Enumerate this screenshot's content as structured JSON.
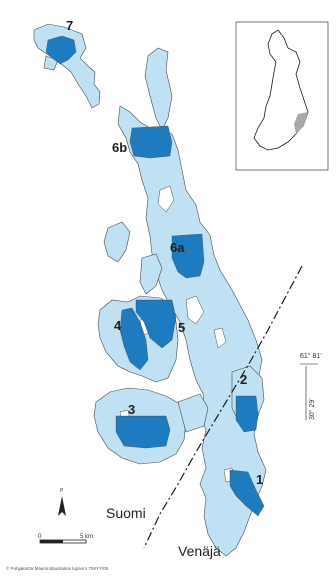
{
  "colors": {
    "water": "#bfe1f3",
    "shore": "#4a4a4a",
    "protected_area": "#1f7bbf",
    "border": "#1a1a1a",
    "inset_land": "#ffffff",
    "inset_highlight": "#a8a8a8"
  },
  "zones": [
    {
      "id": "7",
      "label": "7"
    },
    {
      "id": "6b",
      "label": "6b"
    },
    {
      "id": "6a",
      "label": "6a"
    },
    {
      "id": "5",
      "label": "5"
    },
    {
      "id": "4",
      "label": "4"
    },
    {
      "id": "3",
      "label": "3"
    },
    {
      "id": "2",
      "label": "2"
    },
    {
      "id": "1",
      "label": "1"
    }
  ],
  "countries": {
    "finland": "Suomi",
    "russia": "Venäjä"
  },
  "coordinates": {
    "latitude": "61° 81'",
    "longitude": "30° 29'"
  },
  "scale_bar": {
    "start": "0",
    "end": "5 km"
  },
  "north_arrow": {
    "letter": "P",
    "icon": "north-arrow-icon"
  },
  "credit": "© Pohjakartta Maanmittauslaitos lupanro 7/MYY/05",
  "inset": {
    "description_icon": "finland-outline-icon"
  }
}
